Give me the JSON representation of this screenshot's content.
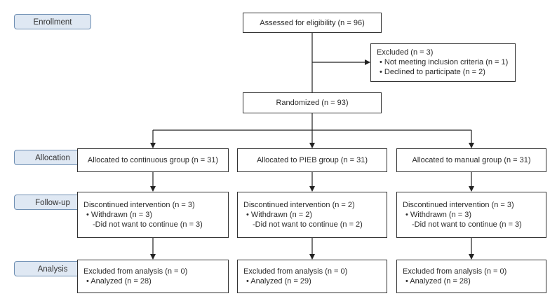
{
  "stages": {
    "enrollment": "Enrollment",
    "allocation": "Allocation",
    "followup": "Follow-up",
    "analysis": "Analysis"
  },
  "assessed": "Assessed for eligibility (n = 96)",
  "excluded": {
    "title": "Excluded (n = 3)",
    "items": [
      "• Not meeting inclusion criteria (n = 1)",
      "• Declined to participate (n = 2)"
    ]
  },
  "randomized": "Randomized (n = 93)",
  "groups": [
    {
      "allocation": "Allocated to continuous group (n = 31)",
      "discontinued": "Discontinued intervention (n = 3)",
      "withdrawn": "• Withdrawn (n = 3)",
      "reason": "-Did not want to continue (n = 3)",
      "excluded_analysis": "Excluded from analysis (n = 0)",
      "analyzed": "• Analyzed (n = 28)"
    },
    {
      "allocation": "Allocated to PIEB group (n = 31)",
      "discontinued": "Discontinued intervention (n = 2)",
      "withdrawn": "• Withdrawn (n = 2)",
      "reason": "-Did not want to continue (n = 2)",
      "excluded_analysis": "Excluded from analysis (n = 0)",
      "analyzed": "• Analyzed (n = 29)"
    },
    {
      "allocation": "Allocated to manual group (n = 31)",
      "discontinued": "Discontinued intervention (n = 3)",
      "withdrawn": "• Withdrawn (n = 3)",
      "reason": "-Did not want to continue (n = 3)",
      "excluded_analysis": "Excluded from analysis (n = 0)",
      "analyzed": "• Analyzed (n = 28)"
    }
  ]
}
